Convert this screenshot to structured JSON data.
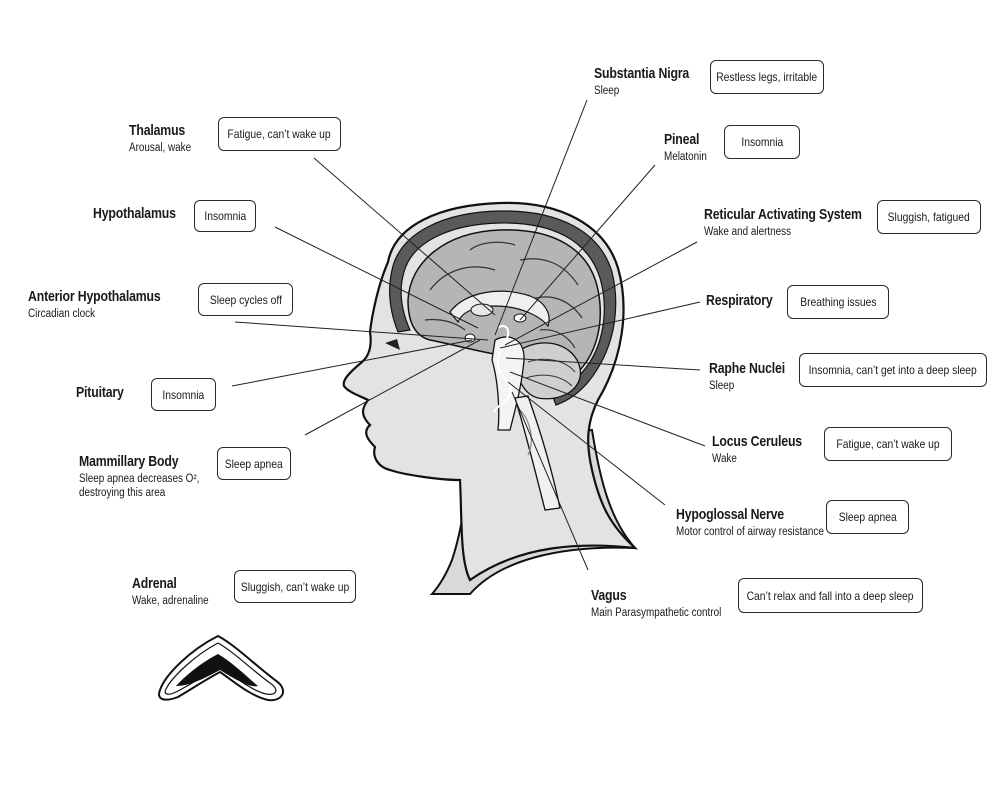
{
  "regions": [
    {
      "id": "substantia-nigra",
      "name": "Substantia Nigra",
      "desc": "Sleep",
      "symptom": "Restless legs, irritable"
    },
    {
      "id": "thalamus",
      "name": "Thalamus",
      "desc": "Arousal, wake",
      "symptom": "Fatigue, can’t wake up"
    },
    {
      "id": "pineal",
      "name": "Pineal",
      "desc": "Melatonin",
      "symptom": "Insomnia"
    },
    {
      "id": "hypothalamus",
      "name": "Hypothalamus",
      "desc": "",
      "symptom": "Insomnia"
    },
    {
      "id": "ras",
      "name": "Reticular Activating System",
      "desc": "Wake and alertness",
      "symptom": "Sluggish, fatigued"
    },
    {
      "id": "anterior-hypothalamus",
      "name": "Anterior Hypothalamus",
      "desc": "Circadian clock",
      "symptom": "Sleep cycles off"
    },
    {
      "id": "respiratory",
      "name": "Respiratory",
      "desc": "",
      "symptom": "Breathing issues"
    },
    {
      "id": "pituitary",
      "name": "Pituitary",
      "desc": "",
      "symptom": "Insomnia"
    },
    {
      "id": "raphe-nuclei",
      "name": "Raphe Nuclei",
      "desc": "Sleep",
      "symptom": "Insomnia, can’t get into a deep sleep"
    },
    {
      "id": "mammillary-body",
      "name": "Mammillary Body",
      "desc": "Sleep apnea decreases O²,",
      "desc2": "destroying this area",
      "symptom": "Sleep apnea"
    },
    {
      "id": "locus-ceruleus",
      "name": "Locus Ceruleus",
      "desc": "Wake",
      "symptom": "Fatigue, can’t wake up"
    },
    {
      "id": "hypoglossal",
      "name": "Hypoglossal Nerve",
      "desc": "Motor control of airway resistance",
      "symptom": "Sleep apnea"
    },
    {
      "id": "adrenal",
      "name": "Adrenal",
      "desc": "Wake, adrenaline",
      "symptom": "Sluggish, can’t wake up"
    },
    {
      "id": "vagus",
      "name": "Vagus",
      "desc": "Main Parasympathetic control",
      "symptom": "Can’t relax and fall into a deep sleep"
    }
  ]
}
